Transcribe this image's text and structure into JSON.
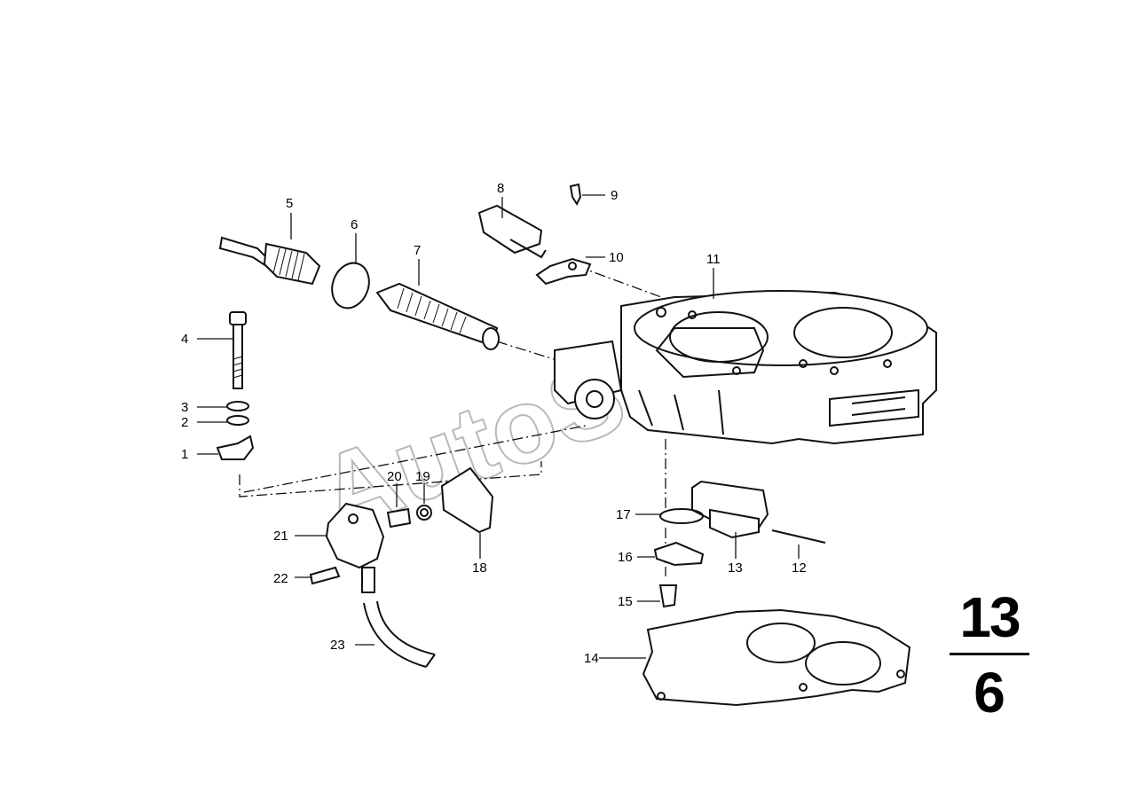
{
  "watermark": "AutoSoft",
  "group_number": {
    "top": "13",
    "bottom": "6"
  },
  "callouts": {
    "c1": "1",
    "c2": "2",
    "c3": "3",
    "c4": "4",
    "c5": "5",
    "c6": "6",
    "c7": "7",
    "c8": "8",
    "c9": "9",
    "c10": "10",
    "c11": "11",
    "c12": "12",
    "c13": "13",
    "c14": "14",
    "c15": "15",
    "c16": "16",
    "c17": "17",
    "c18": "18",
    "c19": "19",
    "c20": "20",
    "c21": "21",
    "c22": "22",
    "c23": "23"
  }
}
